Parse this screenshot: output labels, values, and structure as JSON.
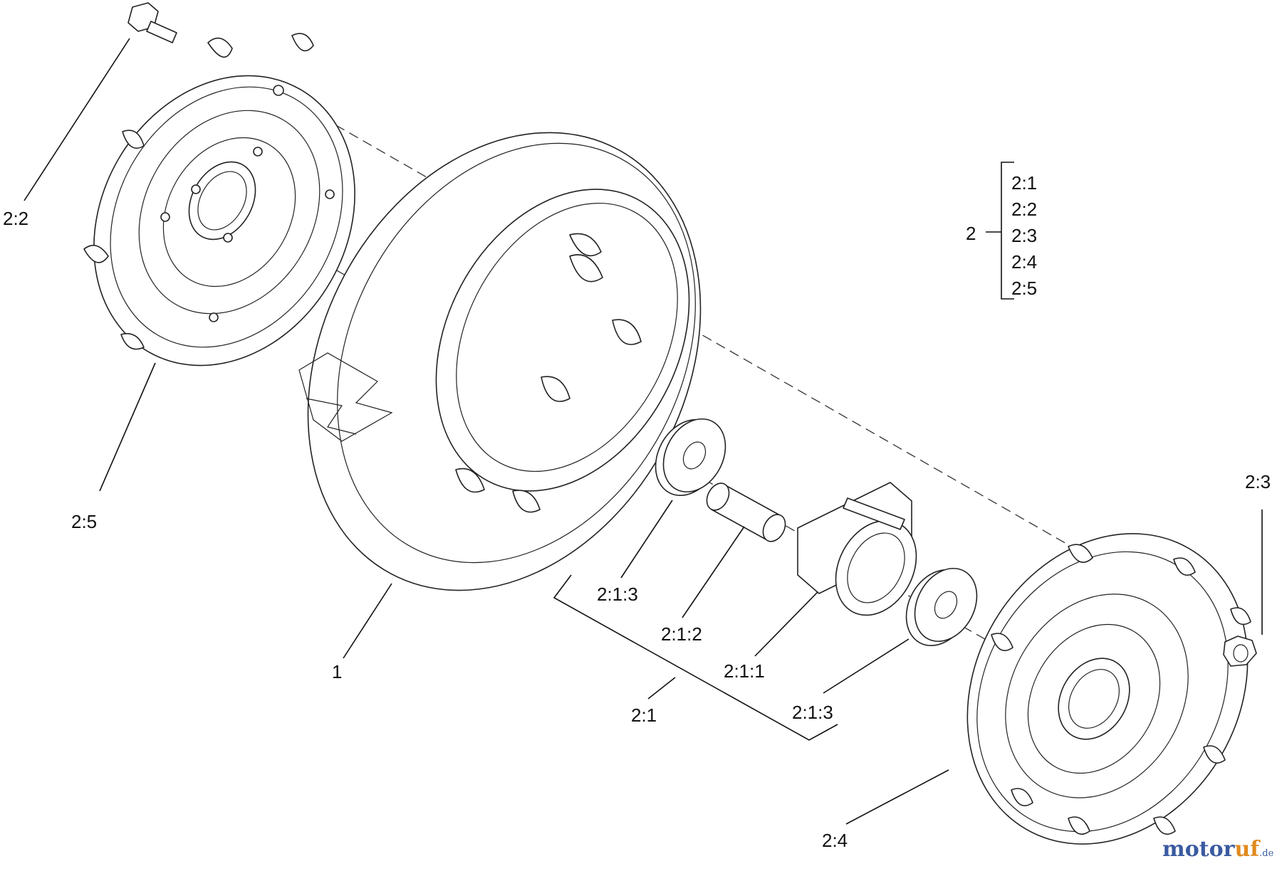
{
  "labels": {
    "tire": "1",
    "assembly": "2",
    "bearing_assembly": "2:1",
    "bolt": "2:2",
    "nut": "2:3",
    "outer_hub": "2:4",
    "inner_hub": "2:5",
    "bushing": "2:1:1",
    "spacer": "2:1:2",
    "bearing_top": "2:1:3",
    "bearing_bottom": "2:1:3"
  },
  "legend": {
    "parent": "2",
    "children": [
      "2:1",
      "2:2",
      "2:3",
      "2:4",
      "2:5"
    ]
  },
  "watermark": {
    "part1": "motor",
    "part2": "uf",
    "suffix": ".de",
    "color1": "#3a5aa0",
    "color2": "#e08a1e"
  }
}
